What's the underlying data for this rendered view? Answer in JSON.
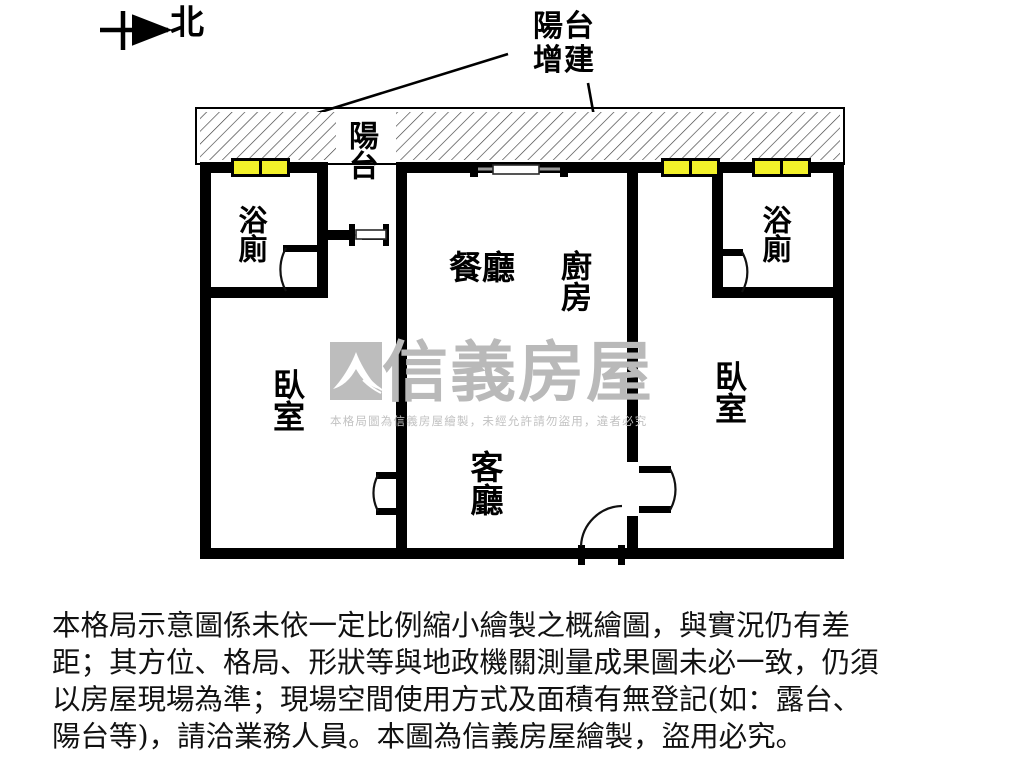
{
  "document": {
    "type": "real-estate-floor-plan",
    "orientation_label": "北",
    "orientation_icon": "north-arrow-icon"
  },
  "callouts": [
    {
      "id": "balcony-extension",
      "text": "陽台\n增建"
    }
  ],
  "rooms": [
    {
      "id": "balcony",
      "label": "陽台",
      "writing": "vertical"
    },
    {
      "id": "bath-left",
      "label": "浴廁",
      "writing": "vertical"
    },
    {
      "id": "bath-right",
      "label": "浴廁",
      "writing": "vertical"
    },
    {
      "id": "bedroom-left",
      "label": "臥室",
      "writing": "vertical"
    },
    {
      "id": "bedroom-right",
      "label": "臥室",
      "writing": "vertical"
    },
    {
      "id": "kitchen",
      "label": "廚房",
      "writing": "vertical"
    },
    {
      "id": "dining",
      "label": "餐廳",
      "writing": "horizontal"
    },
    {
      "id": "living",
      "label": "客廳",
      "writing": "vertical"
    }
  ],
  "watermark": {
    "brand": "信義房屋",
    "note": "本格局圖為信義房屋繪製，未經允許請勿盜用，違者必究",
    "color": "#bdbdbd"
  },
  "disclaimer": {
    "lines": [
      "本格局示意圖係未依一定比例縮小繪製之概繪圖，與實況仍有差",
      "距；其方位、格局、形狀等與地政機關測量成果圖未必一致，仍須",
      "以房屋現場為準；現場空間使用方式及面積有無登記(如：露台、",
      "陽台等)，請洽業務人員。本圖為信義房屋繪製，盜用必究。"
    ]
  },
  "palette": {
    "wall": "#000000",
    "window_fill": "#f3f12a",
    "window_frame": "#000000",
    "hatch_line": "#3a3a3a",
    "paper": "#ffffff",
    "door_line": "#111111",
    "text": "#000000"
  },
  "features": {
    "windows_count": 4,
    "swing_doors_count": 5,
    "sliding_doors_count": 2,
    "hatched_area_name": "陽台增建"
  }
}
